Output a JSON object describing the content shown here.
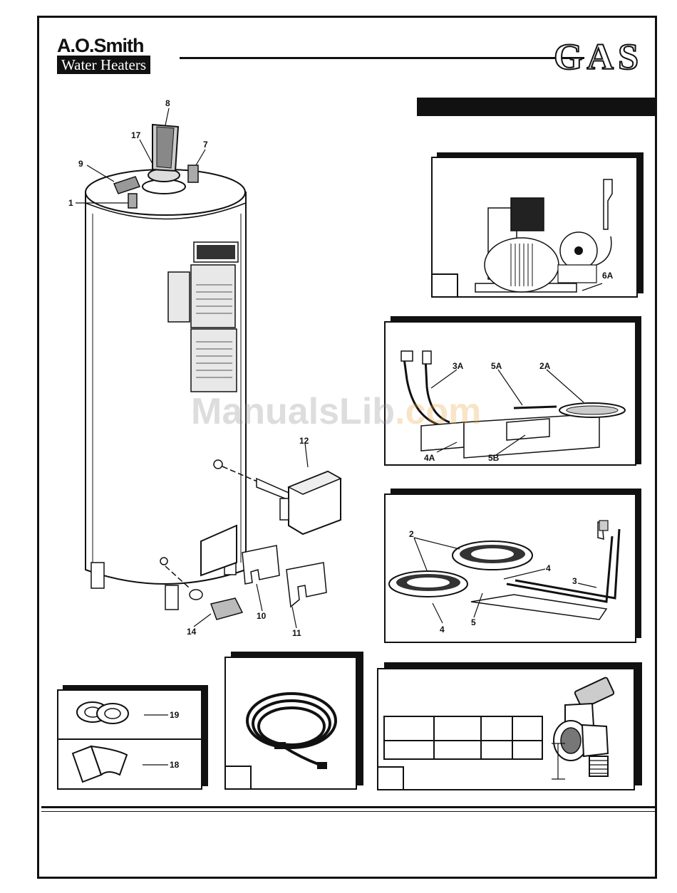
{
  "header": {
    "brand_name": "A.O.Smith",
    "brand_sub": "Water Heaters",
    "product_type": "GAS"
  },
  "watermark": {
    "part_a": "ManualsLib",
    "part_b": ".com"
  },
  "callouts": {
    "main": [
      "8",
      "17",
      "7",
      "9",
      "1",
      "12",
      "10",
      "11",
      "14"
    ],
    "power_vent": [
      "6A"
    ],
    "pilot": [
      "3A",
      "5A",
      "2A",
      "4A",
      "5B"
    ],
    "burners": [
      "2",
      "4",
      "3",
      "4",
      "5"
    ],
    "parts_kit": [
      "19",
      "18"
    ]
  },
  "colors": {
    "ink": "#111111",
    "watermark_gray": "#888888",
    "watermark_orange": "#e9a23b"
  }
}
